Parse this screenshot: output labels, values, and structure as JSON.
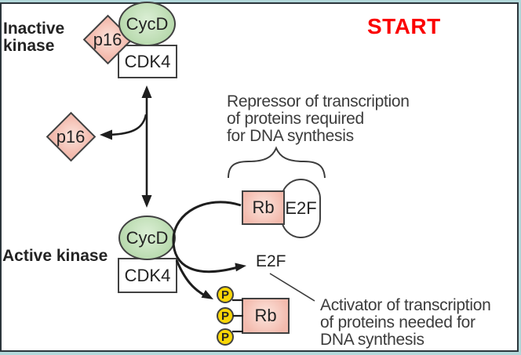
{
  "colors": {
    "frame_teal": "#b2d8da",
    "inner_border": "#2c363c",
    "canvas_bg": "#ffffff",
    "pink_edge": "#f3baad",
    "pink_center": "#fce5dd",
    "green_edge": "#b5d8aa",
    "green_center": "#dcefd6",
    "yellow": "#f8d606",
    "shape_border": "#414141",
    "label_text": "#232323",
    "note_text": "#3c3c3c",
    "start_red": "#fb0000",
    "line": "#1e1e1e"
  },
  "title": {
    "start": "START"
  },
  "states": {
    "inactive": {
      "label": "Inactive\nkinase",
      "cyc": "CycD",
      "cdk": "CDK4",
      "inhibitor": "p16"
    },
    "free_inhibitor": {
      "label": "p16"
    },
    "active": {
      "label": "Active kinase",
      "cyc": "CycD",
      "cdk": "CDK4"
    }
  },
  "complex": {
    "rb": "Rb",
    "e2f": "E2F"
  },
  "released": {
    "e2f": "E2F"
  },
  "phospho": {
    "rb": "Rb",
    "p": [
      "P",
      "P",
      "P"
    ]
  },
  "notes": {
    "repressor": "Repressor of transcription\nof proteins required\nfor DNA synthesis",
    "activator": "Activator of transcription\nof proteins needed for\nDNA synthesis"
  }
}
